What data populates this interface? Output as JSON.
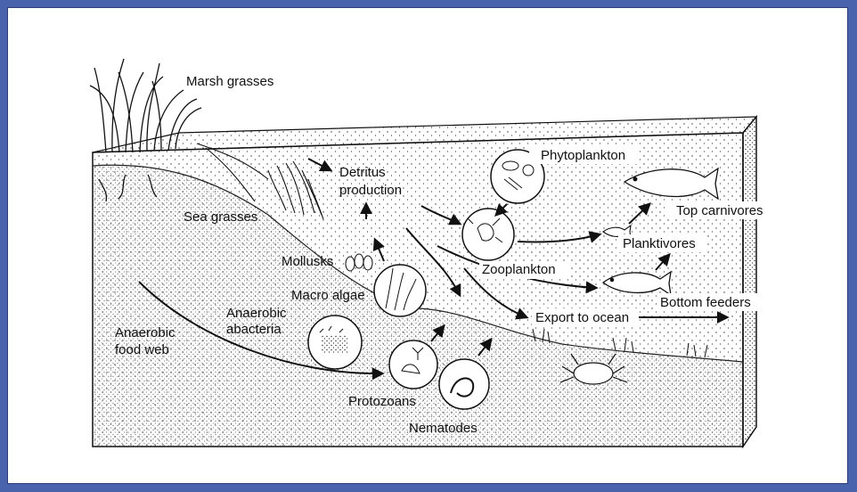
{
  "colors": {
    "border": "#4a63ad",
    "panel": "#ffffff",
    "ink": "#111111"
  },
  "labels": {
    "marsh_grasses": "Marsh grasses",
    "detritus_1": "Detritus",
    "detritus_2": "production",
    "phytoplankton": "Phytoplankton",
    "sea_grasses": "Sea grasses",
    "top_carnivores": "Top carnivores",
    "zooplankton": "Zooplankton",
    "planktivores": "Planktivores",
    "mollusks": "Mollusks",
    "macro_algae": "Macro algae",
    "bottom_feeders": "Bottom feeders",
    "export_to_ocean": "Export to ocean",
    "anaerobic_bacteria_1": "Anaerobic",
    "anaerobic_bacteria_2": "abacteria",
    "anaerobic_food_web_1": "Anaerobic",
    "anaerobic_food_web_2": "food web",
    "protozoans": "Protozoans",
    "nematodes": "Nematodes"
  }
}
